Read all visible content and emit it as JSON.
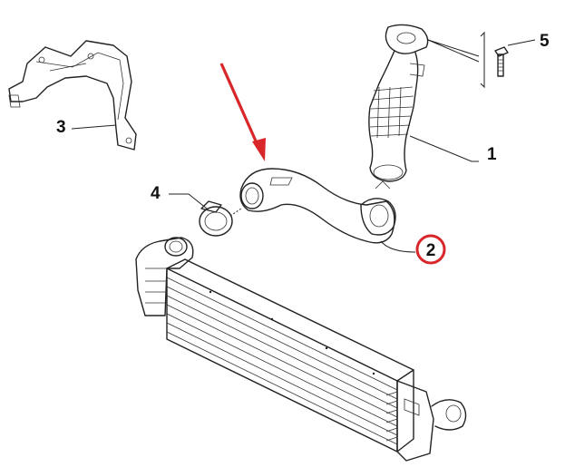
{
  "callouts": [
    {
      "id": "1",
      "label": "1"
    },
    {
      "id": "2",
      "label": "2",
      "highlighted": true
    },
    {
      "id": "3",
      "label": "3"
    },
    {
      "id": "4",
      "label": "4"
    },
    {
      "id": "5",
      "label": "5"
    }
  ],
  "colors": {
    "highlight_ring": "#d9262b",
    "arrow": "#d9262b",
    "line_art": "#222222"
  },
  "icons": {
    "pointer": "red-arrow-icon"
  }
}
